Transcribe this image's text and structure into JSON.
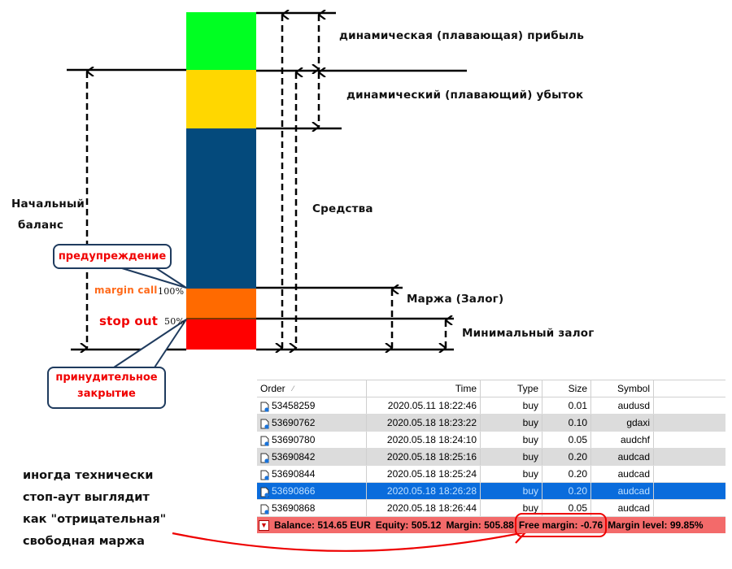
{
  "colors": {
    "profit": "#00ff22",
    "loss": "#ffd700",
    "equity": "#044a7c",
    "margin": "#ff6a00",
    "min_margin": "#ff0000",
    "callout_text": "#f00000",
    "callout_border": "#1f3b5e",
    "status_bar": "#f36a6a",
    "selected_row": "#0a6cdc",
    "highlight": "#ff0000"
  },
  "diagram": {
    "labels": {
      "floating_profit": "динамическая (плавающая) прибыль",
      "floating_loss": "динамический (плавающий) убыток",
      "equity": "Средства",
      "initial_balance_line1": "Начальный",
      "initial_balance_line2": "баланс",
      "margin": "Маржа (Залог)",
      "min_margin": "Минимальный залог",
      "margin_call": "margin call",
      "margin_call_pct": "100%",
      "stop_out": "stop out",
      "stop_out_pct": "50%"
    },
    "callouts": {
      "warning": "предупреждение",
      "forced_close_line1": "принудительное",
      "forced_close_line2": "закрытие"
    },
    "note": {
      "line1": "иногда технически",
      "line2": "стоп-аут выглядит",
      "line3": "как \"отрицательная\"",
      "line4": "свободная маржа"
    }
  },
  "table": {
    "columns": [
      "Order",
      "Time",
      "Type",
      "Size",
      "Symbol"
    ],
    "sort_indicator": "⁄",
    "rows": [
      {
        "order": "53458259",
        "time": "2020.05.11 18:22:46",
        "type": "buy",
        "size": "0.01",
        "symbol": "audusd"
      },
      {
        "order": "53690762",
        "time": "2020.05.18 18:23:22",
        "type": "buy",
        "size": "0.10",
        "symbol": "gdaxi"
      },
      {
        "order": "53690780",
        "time": "2020.05.18 18:24:10",
        "type": "buy",
        "size": "0.05",
        "symbol": "audchf"
      },
      {
        "order": "53690842",
        "time": "2020.05.18 18:25:16",
        "type": "buy",
        "size": "0.20",
        "symbol": "audcad"
      },
      {
        "order": "53690844",
        "time": "2020.05.18 18:25:24",
        "type": "buy",
        "size": "0.20",
        "symbol": "audcad"
      },
      {
        "order": "53690866",
        "time": "2020.05.18 18:26:28",
        "type": "buy",
        "size": "0.20",
        "symbol": "audcad"
      },
      {
        "order": "53690868",
        "time": "2020.05.18 18:26:44",
        "type": "buy",
        "size": "0.05",
        "symbol": "audcad"
      }
    ],
    "selected_row": 5,
    "status": {
      "balance": "Balance: 514.65 EUR",
      "equity": "Equity: 505.12",
      "margin": "Margin: 505.88",
      "free_margin": "Free margin: -0.76",
      "margin_level": "Margin level: 99.85%"
    }
  }
}
